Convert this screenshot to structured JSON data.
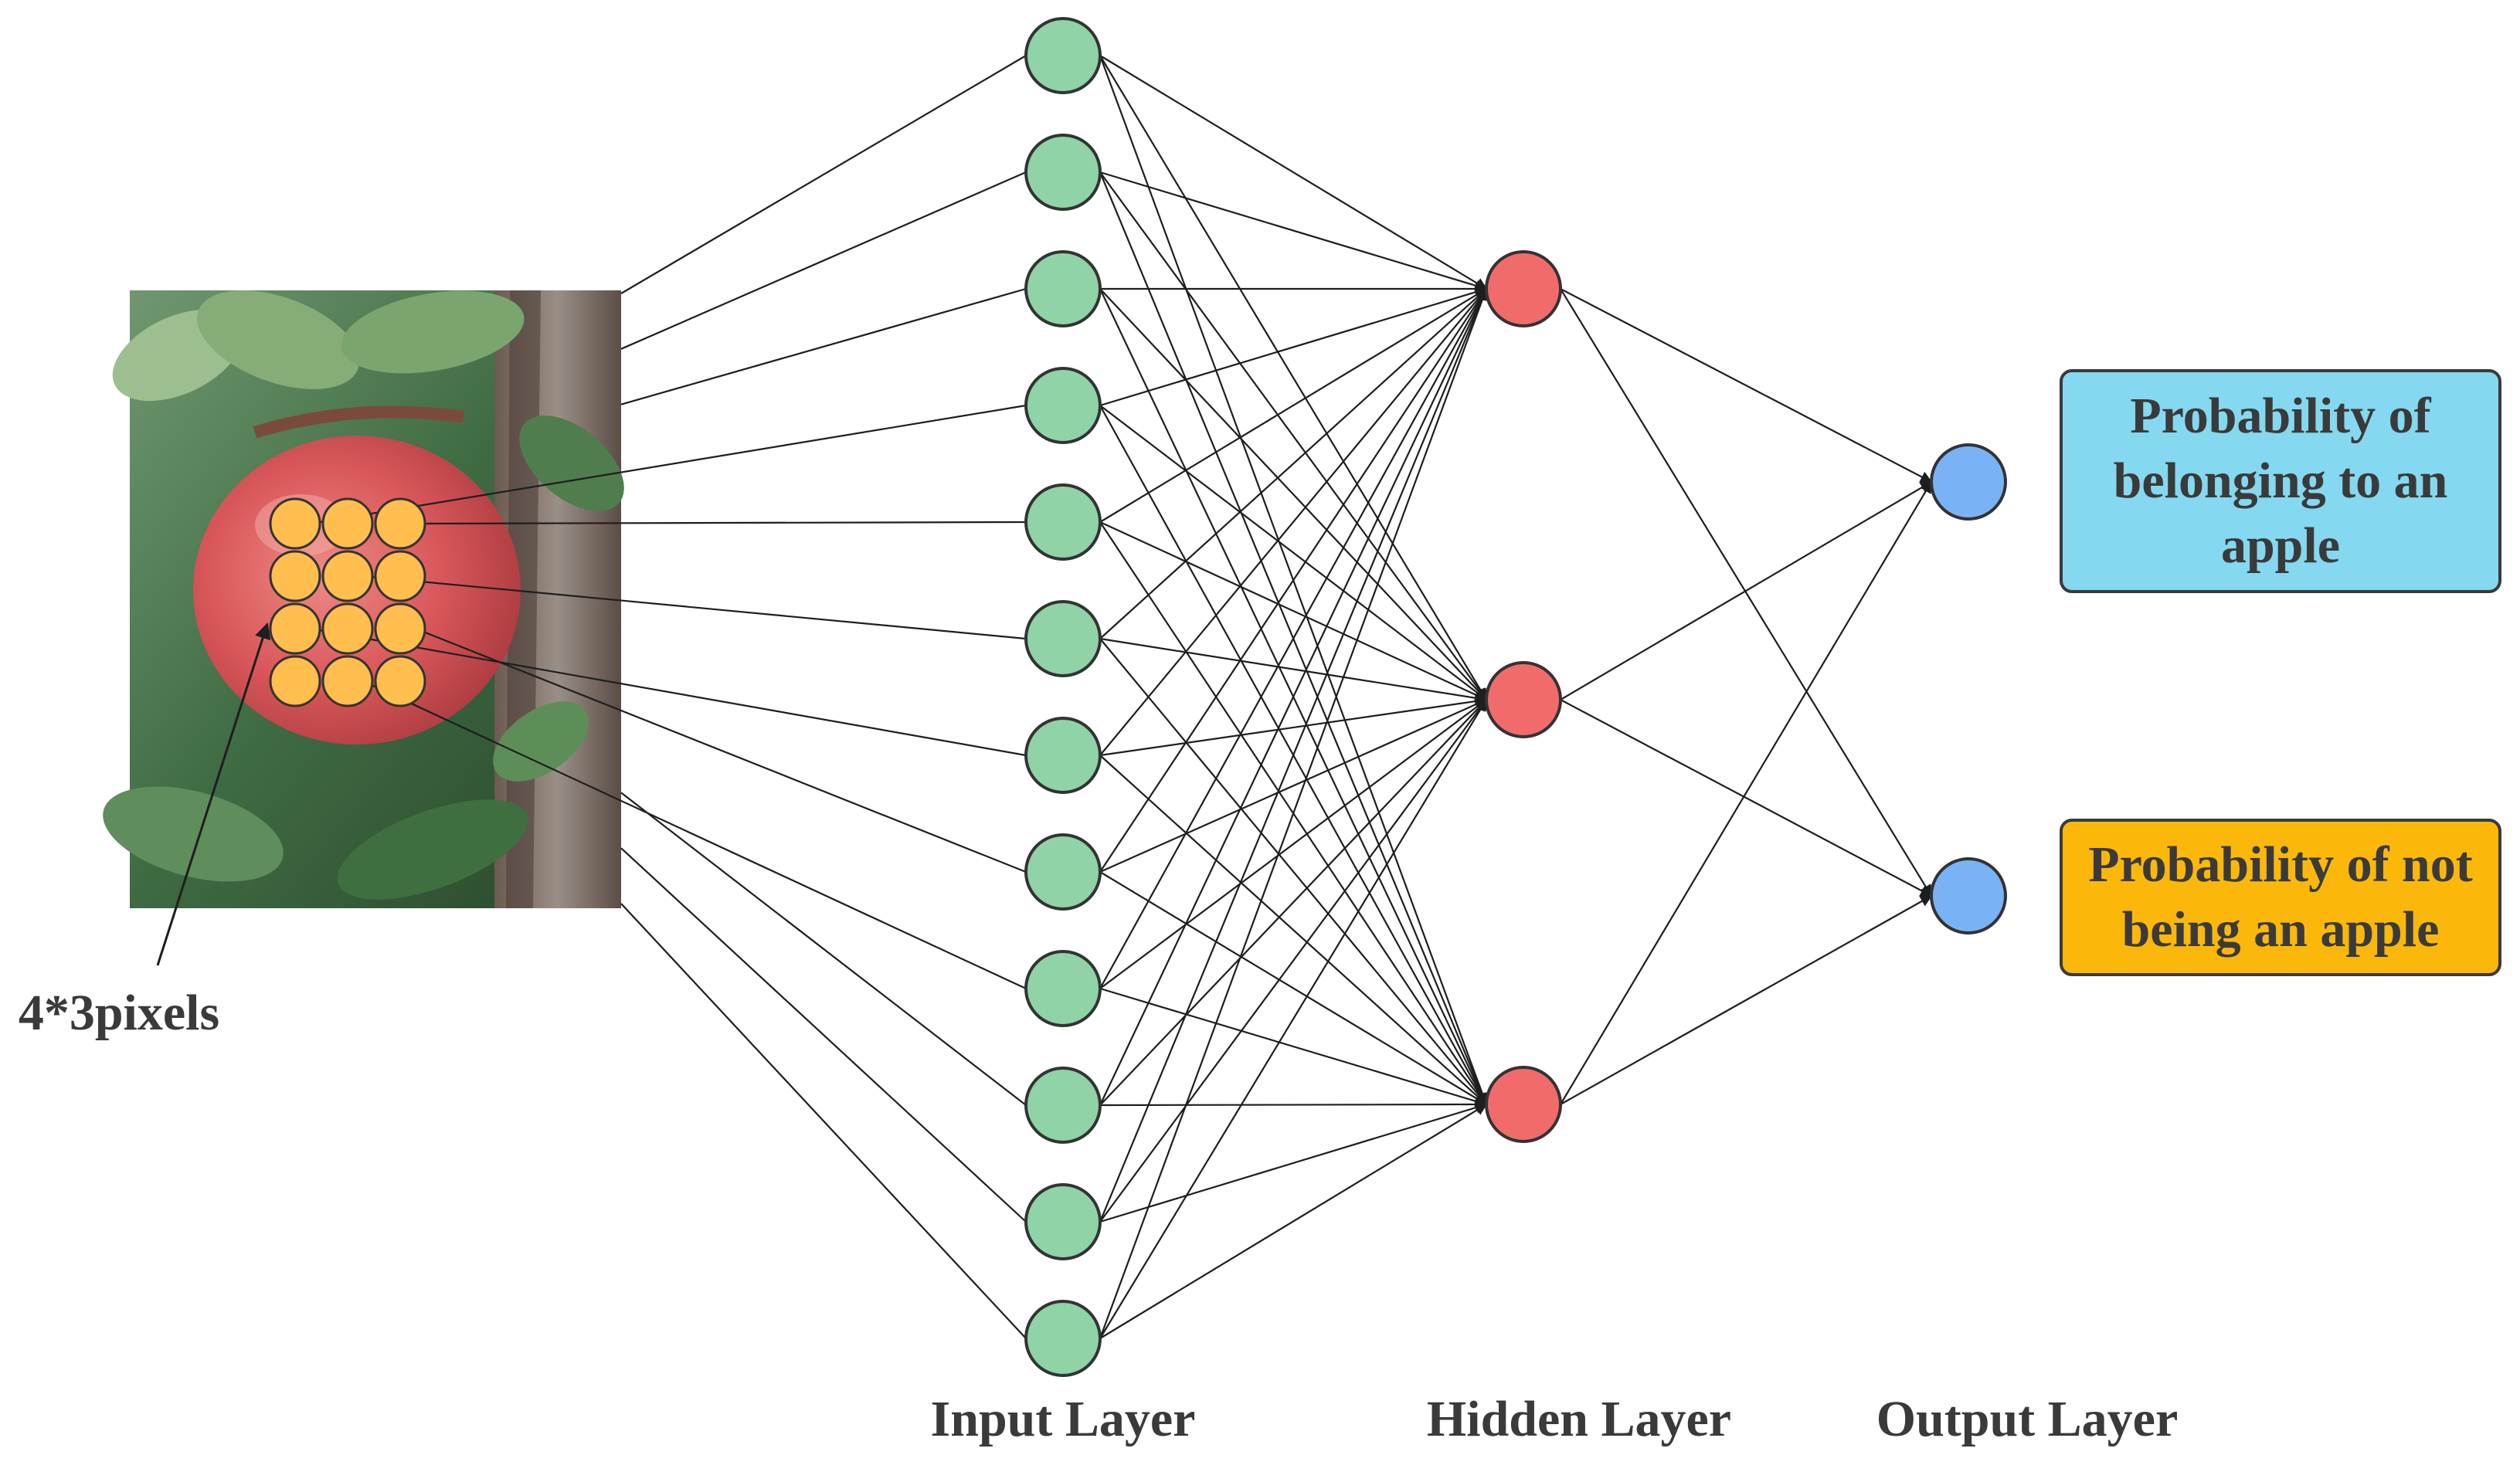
{
  "layers": {
    "input": {
      "label": "Input Layer",
      "count": 12,
      "color": "#8fd3a6"
    },
    "hidden": {
      "label": "Hidden Layer",
      "count": 3,
      "color": "#f26b6b"
    },
    "output": {
      "label": "Output Layer",
      "count": 2,
      "color": "#7ab3f5"
    }
  },
  "image": {
    "pixel_label": "4*3pixels",
    "pixel_grid": {
      "rows": 4,
      "cols": 3,
      "color": "#ffbe4d"
    }
  },
  "outputs": [
    {
      "text": "Probability of belonging to an apple",
      "color": "#84d8ef"
    },
    {
      "text": "Probability of not being an apple",
      "color": "#fbb80a"
    }
  ],
  "colors": {
    "line": "#1e1e1e",
    "node_stroke": "#333333"
  }
}
